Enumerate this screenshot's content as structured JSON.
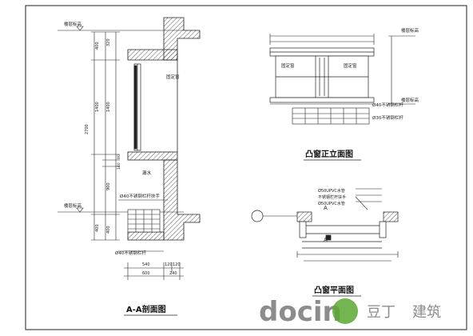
{
  "section": {
    "title": "A-A剖面图",
    "level_top": "楼层标高",
    "level_bottom": "楼层标高",
    "glazing_label": "固定窗",
    "drain_label": "漏水",
    "rail_label_1": "Ø40不锈钢栏杆扶手",
    "rail_label_2": "Ø40不锈钢栏杆",
    "left_dims": [
      "400",
      "1400",
      "400"
    ],
    "overall_height": "2700",
    "right_dims": [
      "320",
      "1400",
      "900",
      "400"
    ],
    "right_small_dims": [
      "80",
      "140"
    ],
    "bottom_dims": [
      "540",
      "120",
      "120"
    ],
    "bottom_total_1": "600",
    "bottom_total_2": "240"
  },
  "elevation": {
    "title": "凸窗正立面图",
    "level_top": "楼层标高",
    "level_bottom": "楼层标高",
    "window_label_left": "固定窗",
    "window_label_right": "固定窗",
    "rail_label_1": "Ø40不锈钢栏杆",
    "rail_label_2": "Ø30不锈钢栏杆"
  },
  "plan": {
    "title": "凸窗平面图",
    "marker_a_left": "A",
    "marker_a_right": "A",
    "note_1": "Ø50UPVC水管",
    "note_2": "不锈钢栏杆扶手",
    "note_3": "Ø50UPVC水管"
  },
  "watermark": {
    "brand_latin": "docin",
    "brand_cn": "豆丁",
    "suffix_cn": "建筑",
    "colors": {
      "doc_gray": "#8c8c8c",
      "in_circle": "#5aa832",
      "cn_text": "#8c8c8c"
    }
  }
}
